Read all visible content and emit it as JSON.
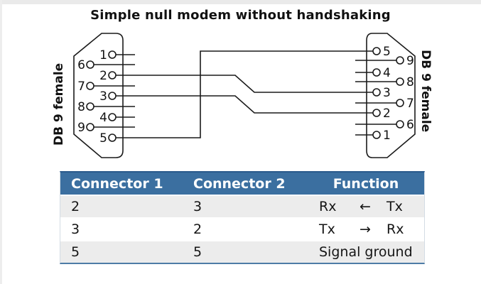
{
  "title": "Simple null modem without handshaking",
  "diagram": {
    "left_connector_label": "DB 9 female",
    "right_connector_label": "DB 9 female",
    "left_pins_inner": [
      "1",
      "2",
      "3",
      "4",
      "5"
    ],
    "left_pins_outer": [
      "6",
      "7",
      "8",
      "9"
    ],
    "right_pins_inner": [
      "5",
      "4",
      "3",
      "2",
      "1"
    ],
    "right_pins_outer": [
      "9",
      "8",
      "7",
      "6"
    ],
    "connections": [
      {
        "from_pin": "2",
        "to_pin": "3"
      },
      {
        "from_pin": "3",
        "to_pin": "2"
      },
      {
        "from_pin": "5",
        "to_pin": "5"
      }
    ]
  },
  "table": {
    "headers": [
      "Connector 1",
      "Connector 2",
      "Function"
    ],
    "rows": [
      {
        "connector1": "2",
        "connector2": "3",
        "function_left": "Rx",
        "function_arrow": "←",
        "function_right": "Tx"
      },
      {
        "connector1": "3",
        "connector2": "2",
        "function_left": "Tx",
        "function_arrow": "→",
        "function_right": "Rx"
      },
      {
        "connector1": "5",
        "connector2": "5",
        "function_text": "Signal ground"
      }
    ]
  },
  "colors": {
    "diagram_line": "#1a1a1a",
    "table_header_bg": "#3b6fa0",
    "table_header_text": "#ffffff",
    "table_top_border": "#2a5a8c",
    "table_bottom_border": "#4e7ca6",
    "table_side_border": "#d3dce4",
    "table_alt_row_bg": "#ececec"
  }
}
